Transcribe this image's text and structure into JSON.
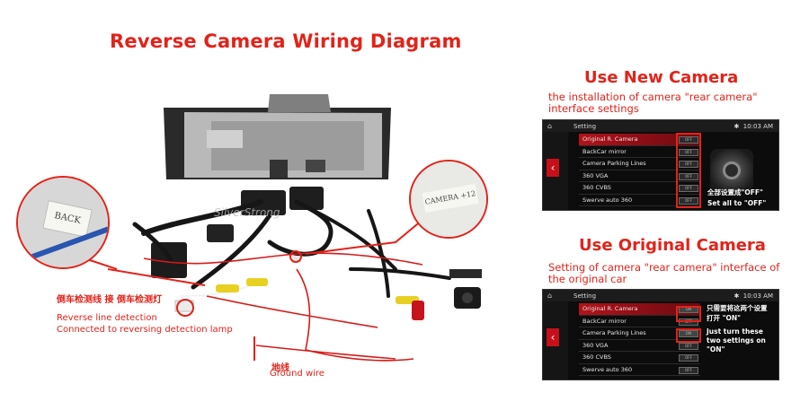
{
  "title": "Reverse Camera Wiring Diagram",
  "left_annotations": {
    "back_tag": "BACK",
    "camera_tag": "CAMERA +12",
    "watermark": "SilverStrong",
    "reverse_cn": "倒车检测线 接 倒车检测灯",
    "reverse_en_1": "Reverse line detection",
    "reverse_en_2": "Connected to reversing detection lamp",
    "ground_cn": "地线",
    "ground_en": "Ground wire"
  },
  "new_camera": {
    "title": "Use New Camera",
    "desc": "the installation of camera \"rear camera\" interface settings",
    "screen": {
      "header_title": "Setting",
      "time": "10:03 AM",
      "items": [
        "Original R. Camera",
        "BackCar mirror",
        "Camera Parking Lines",
        "360 VGA",
        "360 CVBS",
        "Swerve auto 360"
      ],
      "note_cn": "全部设置成\"OFF\"",
      "note_en": "Set all to \"OFF\""
    }
  },
  "original_camera": {
    "title": "Use Original Camera",
    "desc": "Setting of camera \"rear camera\" interface of the original car",
    "screen": {
      "header_title": "Setting",
      "time": "10:03 AM",
      "items": [
        "Original R. Camera",
        "BackCar mirror",
        "Camera Parking Lines",
        "360 VGA",
        "360 CVBS",
        "Swerve auto 360"
      ],
      "note_cn_1": "只需要将这两个设置",
      "note_cn_2": "打开 \"ON\"",
      "note_en": "Just turn these two settings on \"ON\""
    }
  },
  "toggle_off": "OFF",
  "toggle_on": "ON",
  "colors": {
    "accent": "#e2231a",
    "screen_bg": "#0c0c0c",
    "selected": "#b2121a"
  },
  "icons": {
    "home": "home-icon",
    "back": "back-arrow-icon",
    "gear": "gear-icon",
    "bt": "bluetooth-icon"
  }
}
